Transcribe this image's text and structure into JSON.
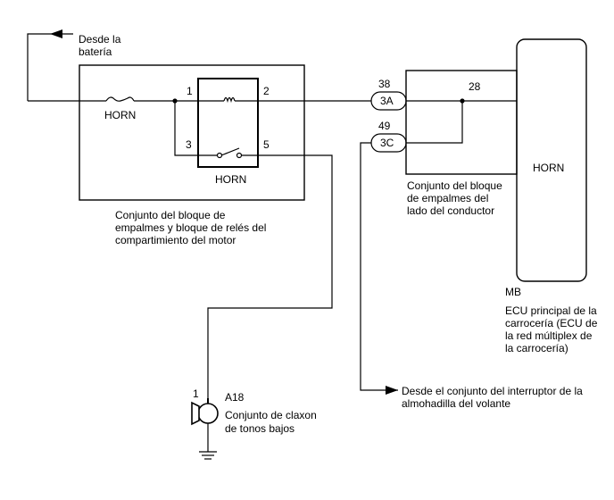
{
  "battery_label_line1": "Desde la",
  "battery_label_line2": "batería",
  "relay_block": {
    "fuse_label": "HORN",
    "relay_label": "HORN",
    "pin1": "1",
    "pin2": "2",
    "pin3": "3",
    "pin5": "5",
    "caption_line1": "Conjunto del bloque de",
    "caption_line2": "empalmes y bloque de relés del",
    "caption_line3": "compartimiento del motor"
  },
  "driver_block": {
    "connector_3a_pin": "38",
    "connector_3a": "3A",
    "connector_3c_pin": "49",
    "connector_3c": "3C",
    "caption_line1": "Conjunto del bloque",
    "caption_line2": "de empalmes del",
    "caption_line3": "lado del conductor"
  },
  "ecu": {
    "pin": "28",
    "label": "HORN",
    "code": "MB",
    "caption_line1": "ECU principal de la",
    "caption_line2": "carrocería (ECU de",
    "caption_line3": "la red múltiplex de",
    "caption_line4": "la carrocería)"
  },
  "horn": {
    "pin": "1",
    "code": "A18",
    "caption_line1": "Conjunto de claxon",
    "caption_line2": "de tonos bajos"
  },
  "switch_label_line1": "Desde el conjunto del interruptor de la",
  "switch_label_line2": "almohadilla del volante"
}
